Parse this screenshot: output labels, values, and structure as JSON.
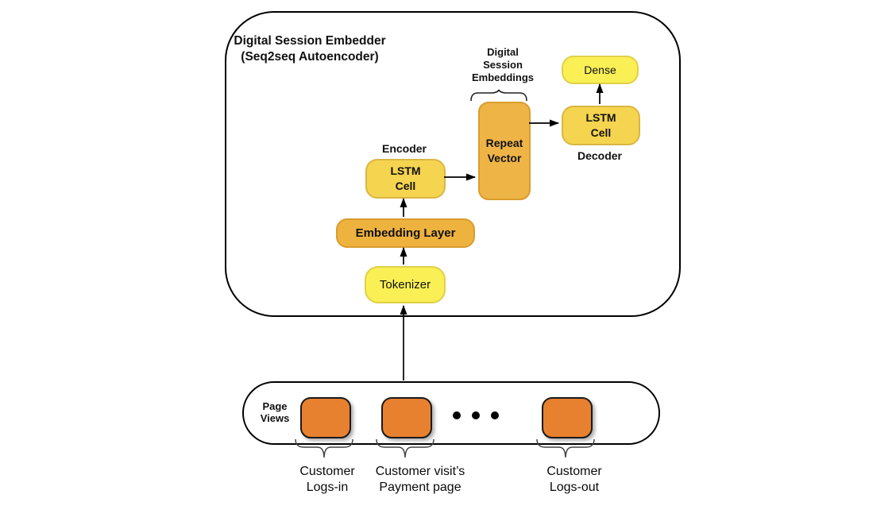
{
  "diagram": {
    "title": "Digital Session Embedder\n(Seq2seq Autoencoder)",
    "embedder": {
      "tokenizer": "Tokenizer",
      "embedding_layer": "Embedding Layer",
      "encoder_label": "Encoder",
      "encoder_lstm": "LSTM\nCell",
      "repeat_vector": "Repeat\nVector",
      "embeddings_caption": "Digital\nSession\nEmbeddings",
      "decoder_lstm": "LSTM\nCell",
      "decoder_label": "Decoder",
      "dense": "Dense"
    },
    "page_views": {
      "label": "Page\nViews",
      "captions": [
        "Customer\nLogs-in",
        "Customer visit’s\nPayment page",
        "Customer\nLogs-out"
      ]
    },
    "colors": {
      "bright_yellow": "#FAEF55",
      "gold": "#F5D44F",
      "amber": "#EEB43F",
      "orange_square": "#E8812F",
      "outline": "#000000"
    }
  }
}
